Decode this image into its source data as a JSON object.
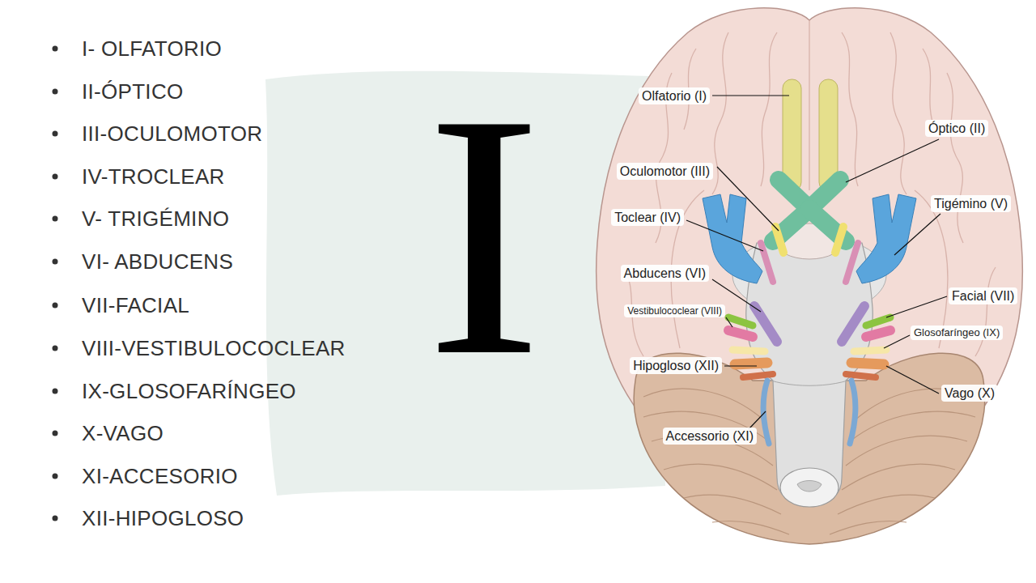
{
  "diagram": {
    "labels": [
      "I- OLFATORIO",
      "II-ÓPTICO",
      "III-OCULOMOTOR",
      "IV-TROCLEAR",
      "V- TRIGÉMINO",
      "VI- ABDUCENS",
      "VII-FACIAL",
      "VIII-VESTIBULOCOCLEAR",
      "IX-GLOSOFARÍNGEO",
      "X-VAGO",
      "XI-ACCESORIO",
      "XII-HIPOGLOSO",
      "I",
      "Olfatorio (I)",
      "Óptico (II)",
      "Oculomotor (III)",
      "Tigémino (V)",
      "Toclear (IV)",
      "Abducens (VI)",
      "Facial (VII)",
      "Vestibulococlear (VIII)",
      "Glosofaríngeo (IX)",
      "Hipogloso (XII)",
      "Vago (X)",
      "Accessorio (XI)"
    ]
  }
}
